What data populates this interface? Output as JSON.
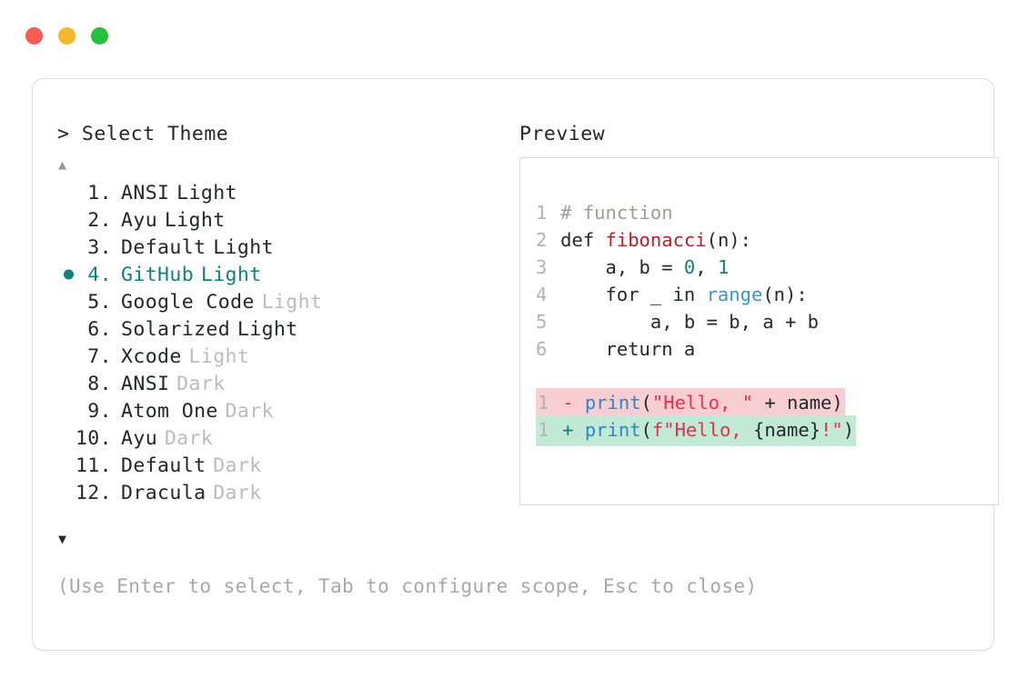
{
  "window": {
    "dots": [
      {
        "name": "close-dot",
        "color": "#f45b52"
      },
      {
        "name": "minimize-dot",
        "color": "#f5b72c"
      },
      {
        "name": "maximize-dot",
        "color": "#27c03a"
      }
    ]
  },
  "prompt": {
    "heading": "> Select Theme",
    "scroll_up": "▲",
    "scroll_down": "▼",
    "selected_index": 4,
    "themes": [
      {
        "num": "1.",
        "name": "ANSI",
        "variant": "Light",
        "variant_dim": false,
        "selected": false
      },
      {
        "num": "2.",
        "name": "Ayu",
        "variant": "Light",
        "variant_dim": false,
        "selected": false
      },
      {
        "num": "3.",
        "name": "Default",
        "variant": "Light",
        "variant_dim": false,
        "selected": false
      },
      {
        "num": "4.",
        "name": "GitHub",
        "variant": "Light",
        "variant_dim": false,
        "selected": true
      },
      {
        "num": "5.",
        "name": "Google Code",
        "variant": "Light",
        "variant_dim": true,
        "selected": false
      },
      {
        "num": "6.",
        "name": "Solarized",
        "variant": "Light",
        "variant_dim": false,
        "selected": false
      },
      {
        "num": "7.",
        "name": "Xcode",
        "variant": "Light",
        "variant_dim": true,
        "selected": false
      },
      {
        "num": "8.",
        "name": "ANSI",
        "variant": "Dark",
        "variant_dim": true,
        "selected": false
      },
      {
        "num": "9.",
        "name": "Atom One",
        "variant": "Dark",
        "variant_dim": true,
        "selected": false
      },
      {
        "num": "10.",
        "name": "Ayu",
        "variant": "Dark",
        "variant_dim": true,
        "selected": false
      },
      {
        "num": "11.",
        "name": "Default",
        "variant": "Dark",
        "variant_dim": true,
        "selected": false
      },
      {
        "num": "12.",
        "name": "Dracula",
        "variant": "Dark",
        "variant_dim": true,
        "selected": false
      }
    ],
    "hint": "(Use Enter to select, Tab to configure scope, Esc to close)"
  },
  "preview": {
    "heading": "Preview",
    "code_lines": [
      {
        "num": "1",
        "tokens": [
          {
            "t": " ",
            "c": "plain"
          },
          {
            "t": "# function",
            "c": "comment"
          }
        ]
      },
      {
        "num": "2",
        "tokens": [
          {
            "t": " ",
            "c": "plain"
          },
          {
            "t": "def ",
            "c": "kw"
          },
          {
            "t": "fibonacci",
            "c": "fn"
          },
          {
            "t": "(n):",
            "c": "plain"
          }
        ]
      },
      {
        "num": "3",
        "tokens": [
          {
            "t": "     a, b = ",
            "c": "plain"
          },
          {
            "t": "0",
            "c": "num"
          },
          {
            "t": ", ",
            "c": "plain"
          },
          {
            "t": "1",
            "c": "num"
          }
        ]
      },
      {
        "num": "4",
        "tokens": [
          {
            "t": "     for _ in ",
            "c": "plain"
          },
          {
            "t": "range",
            "c": "builtin"
          },
          {
            "t": "(n):",
            "c": "plain"
          }
        ]
      },
      {
        "num": "5",
        "tokens": [
          {
            "t": "         a, b = b, a + b",
            "c": "plain"
          }
        ]
      },
      {
        "num": "6",
        "tokens": [
          {
            "t": "     return a",
            "c": "plain"
          }
        ]
      }
    ],
    "diff_lines": [
      {
        "num": "1",
        "kind": "del",
        "marker": "-",
        "tokens": [
          {
            "t": "print",
            "c": "print"
          },
          {
            "t": "(",
            "c": "plain"
          },
          {
            "t": "\"Hello, \"",
            "c": "str"
          },
          {
            "t": " + name)",
            "c": "plain"
          }
        ]
      },
      {
        "num": "1",
        "kind": "add",
        "marker": "+",
        "tokens": [
          {
            "t": "print",
            "c": "print"
          },
          {
            "t": "(",
            "c": "plain"
          },
          {
            "t": "f\"Hello, ",
            "c": "str"
          },
          {
            "t": "{name}",
            "c": "plain"
          },
          {
            "t": "!\"",
            "c": "str"
          },
          {
            "t": ")",
            "c": "plain"
          }
        ]
      }
    ]
  },
  "colors": {
    "accent_teal": "#13807d",
    "diff_del_bg": "#f9ced3",
    "diff_add_bg": "#c2e8d6",
    "border": "#dedede",
    "dim_text": "#bcbcbc",
    "hint_text": "#a8a8a8"
  }
}
